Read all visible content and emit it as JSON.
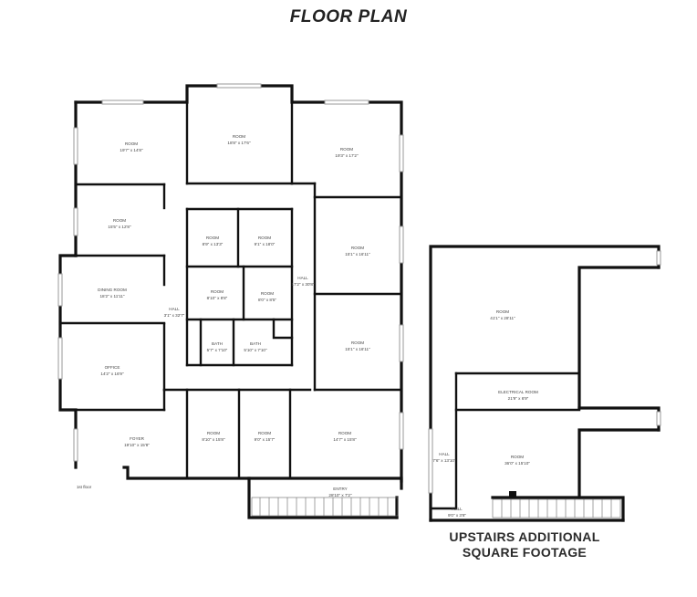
{
  "title": "FLOOR PLAN",
  "upstairs_caption": [
    "UPSTAIRS ADDITIONAL",
    "SQUARE FOOTAGE"
  ],
  "floor_tag": "1st floor",
  "rooms": {
    "room_nw": {
      "name": "ROOM",
      "dims": "19'7\" x 14'8\""
    },
    "room_n": {
      "name": "ROOM",
      "dims": "18'8\" x 17'6\""
    },
    "room_ne": {
      "name": "ROOM",
      "dims": "19'3\" x 17'2\""
    },
    "room_w": {
      "name": "ROOM",
      "dims": "15'5\" x 12'8\""
    },
    "room_c1": {
      "name": "ROOM",
      "dims": "8'9\" x 13'3\""
    },
    "room_c2": {
      "name": "ROOM",
      "dims": "9'1\" x 18'0\""
    },
    "room_e1": {
      "name": "ROOM",
      "dims": "15'1\" x 16'11\""
    },
    "dining": {
      "name": "DINING ROOM",
      "dims": "18'2\" x 11'11\""
    },
    "room_c3": {
      "name": "ROOM",
      "dims": "8'10\" x 8'8\""
    },
    "room_c4": {
      "name": "ROOM",
      "dims": "8'0\" x 8'5\""
    },
    "hall_e": {
      "name": "HALL",
      "dims": "17'2\" x 30'8\""
    },
    "hall_w": {
      "name": "HALL",
      "dims": "3'1\" x 32'7\""
    },
    "bath1": {
      "name": "BATH",
      "dims": "5'7\" x 7'10\""
    },
    "bath2": {
      "name": "BATH",
      "dims": "5'10\" x 7'10\""
    },
    "room_e2": {
      "name": "ROOM",
      "dims": "15'1\" x 16'11\""
    },
    "office": {
      "name": "OFFICE",
      "dims": "14'2\" x 16'9\""
    },
    "foyer": {
      "name": "FOYER",
      "dims": "19'10\" x 15'8\""
    },
    "room_s1": {
      "name": "ROOM",
      "dims": "8'10\" x 15'8\""
    },
    "room_s2": {
      "name": "ROOM",
      "dims": "9'0\" x 15'7\""
    },
    "room_se": {
      "name": "ROOM",
      "dims": "14'7\" x 15'8\""
    },
    "entry": {
      "name": "ENTRY",
      "dims": "28'10\" x 7'2\""
    },
    "up_room": {
      "name": "ROOM",
      "dims": "41'1\" x 28'11\""
    },
    "up_electrical": {
      "name": "ELECTRICAL ROOM",
      "dims": "21'9\" x 6'9\""
    },
    "up_hall1": {
      "name": "HALL",
      "dims": "7'6\" x 13'10\""
    },
    "up_room2": {
      "name": "ROOM",
      "dims": "36'0\" x 15'10\""
    },
    "up_hall2": {
      "name": "HALL",
      "dims": "9'0\" x 3'8\""
    }
  }
}
